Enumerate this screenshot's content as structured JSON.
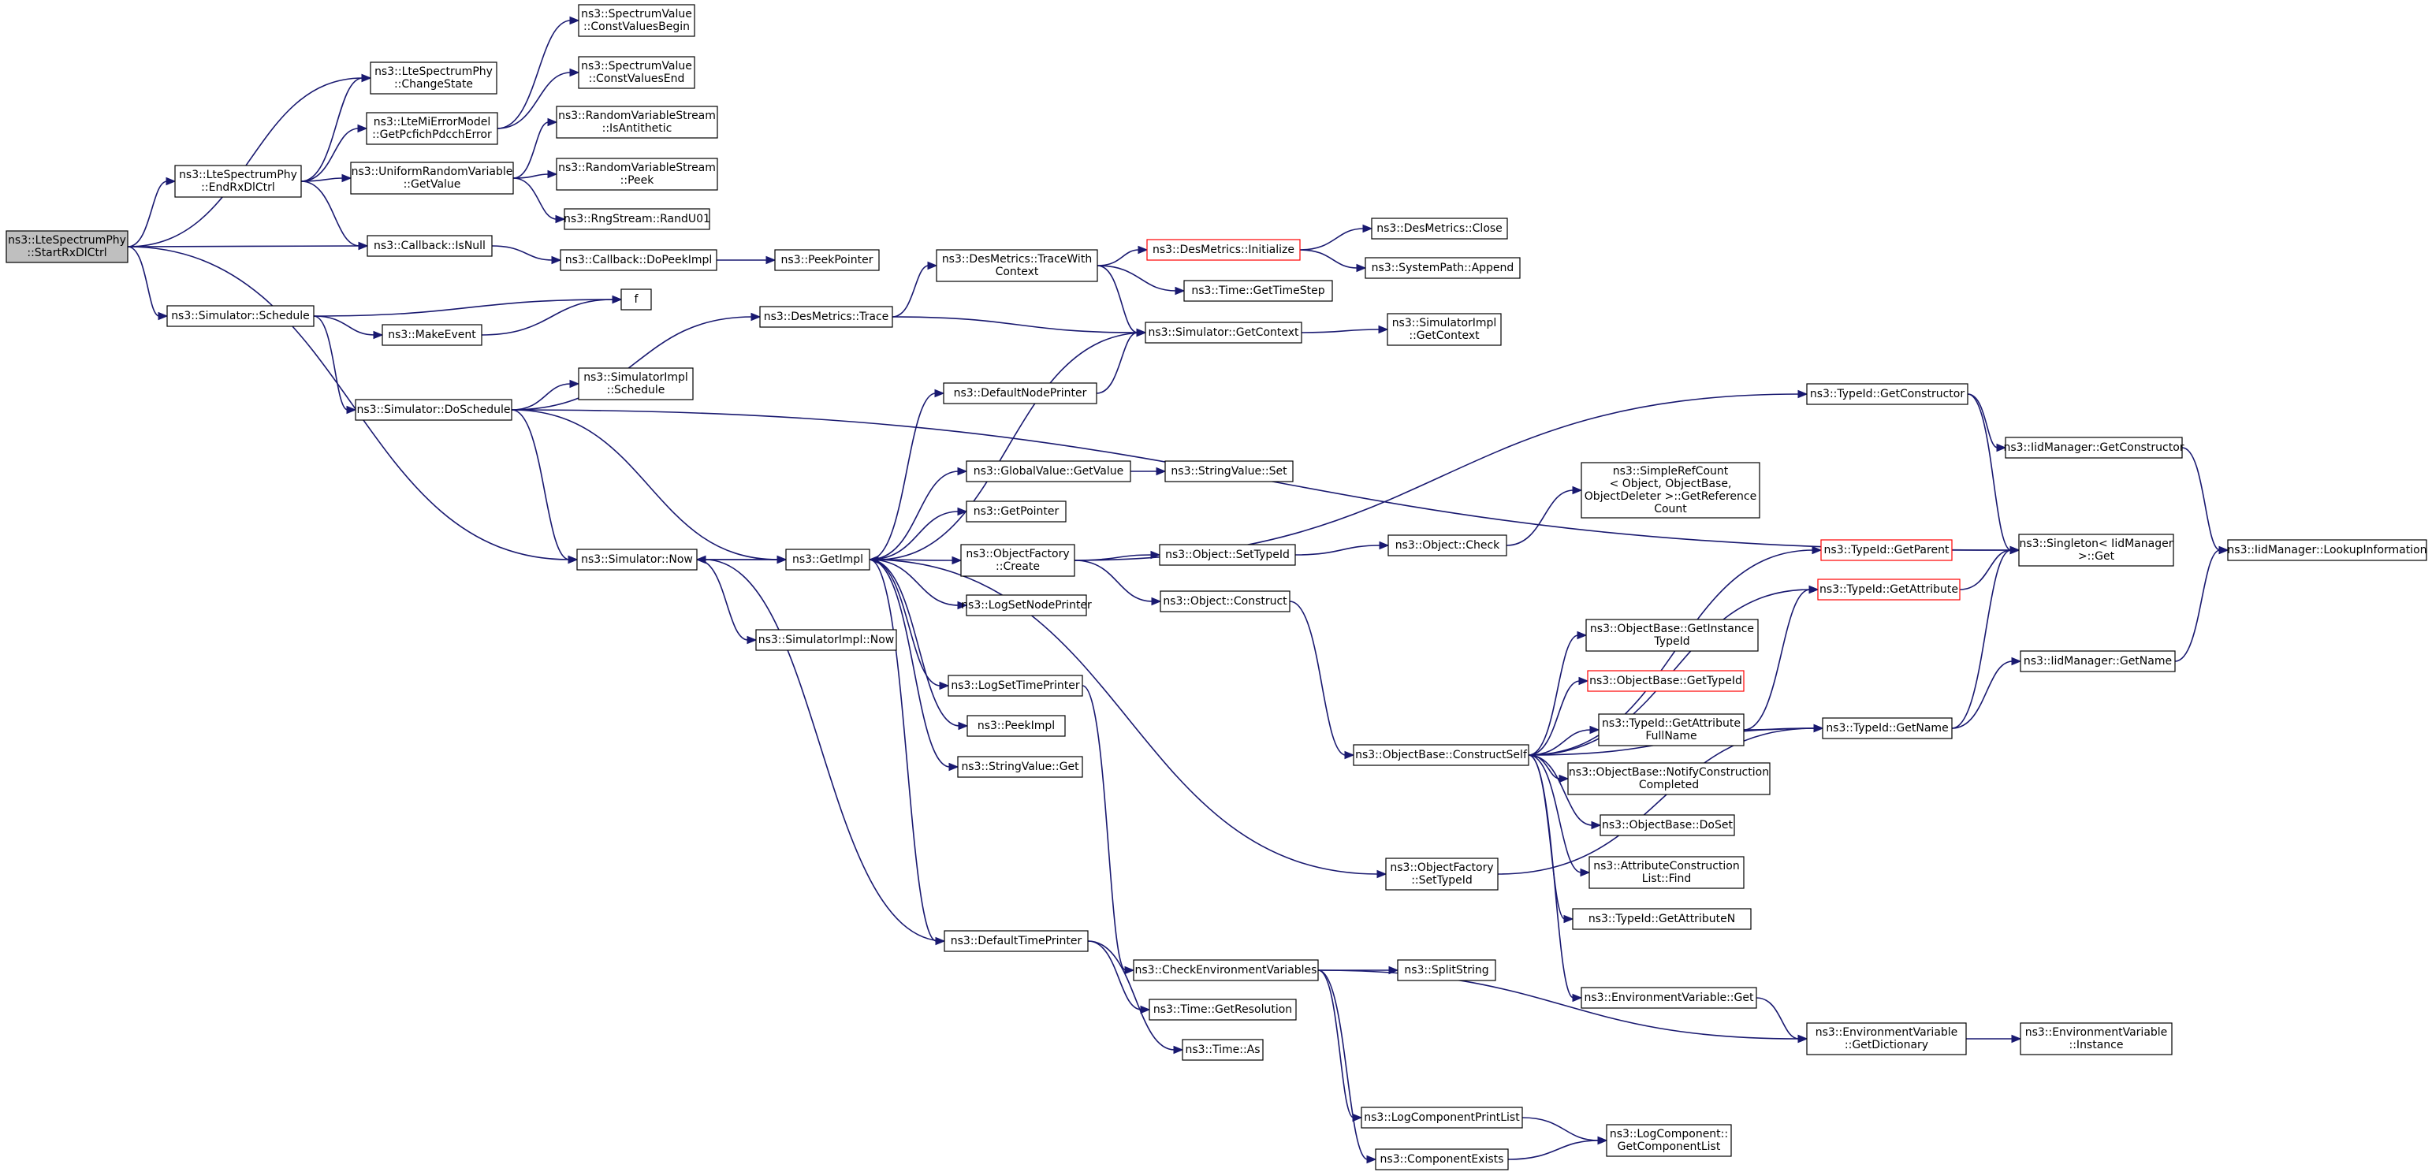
{
  "diagram": {
    "type": "call-graph",
    "nodes": [
      {
        "id": "root",
        "lines": [
          "ns3::LteSpectrumPhy",
          "::StartRxDlCtrl"
        ],
        "style": "root"
      },
      {
        "id": "changeState",
        "lines": [
          "ns3::LteSpectrumPhy",
          "::ChangeState"
        ]
      },
      {
        "id": "endRx",
        "lines": [
          "ns3::LteSpectrumPhy",
          "::EndRxDlCtrl"
        ]
      },
      {
        "id": "lteMi",
        "lines": [
          "ns3::LteMiErrorModel",
          "::GetPcfichPdcchError"
        ]
      },
      {
        "id": "uniformGet",
        "lines": [
          "ns3::UniformRandomVariable",
          "::GetValue"
        ]
      },
      {
        "id": "cvBegin",
        "lines": [
          "ns3::SpectrumValue",
          "::ConstValuesBegin"
        ]
      },
      {
        "id": "cvEnd",
        "lines": [
          "ns3::SpectrumValue",
          "::ConstValuesEnd"
        ]
      },
      {
        "id": "isAnti",
        "lines": [
          "ns3::RandomVariableStream",
          "::IsAntithetic"
        ]
      },
      {
        "id": "rvsPeek",
        "lines": [
          "ns3::RandomVariableStream",
          "::Peek"
        ]
      },
      {
        "id": "randU01",
        "lines": [
          "ns3::RngStream::RandU01"
        ]
      },
      {
        "id": "cbIsNull",
        "lines": [
          "ns3::Callback::IsNull"
        ]
      },
      {
        "id": "cbDoPeek",
        "lines": [
          "ns3::Callback::DoPeekImpl"
        ]
      },
      {
        "id": "peekPointer",
        "lines": [
          "ns3::PeekPointer"
        ]
      },
      {
        "id": "simSchedule",
        "lines": [
          "ns3::Simulator::Schedule"
        ]
      },
      {
        "id": "f",
        "lines": [
          "f"
        ]
      },
      {
        "id": "makeEvent",
        "lines": [
          "ns3::MakeEvent"
        ]
      },
      {
        "id": "doSchedule",
        "lines": [
          "ns3::Simulator::DoSchedule"
        ]
      },
      {
        "id": "simImplSchedule",
        "lines": [
          "ns3::SimulatorImpl",
          "::Schedule"
        ]
      },
      {
        "id": "desTrace",
        "lines": [
          "ns3::DesMetrics::Trace"
        ]
      },
      {
        "id": "desTraceWith",
        "lines": [
          "ns3::DesMetrics::TraceWith",
          "Context"
        ]
      },
      {
        "id": "desInit",
        "lines": [
          "ns3::DesMetrics::Initialize"
        ],
        "style": "red"
      },
      {
        "id": "desClose",
        "lines": [
          "ns3::DesMetrics::Close"
        ]
      },
      {
        "id": "sysAppend",
        "lines": [
          "ns3::SystemPath::Append"
        ]
      },
      {
        "id": "timeStep",
        "lines": [
          "ns3::Time::GetTimeStep"
        ]
      },
      {
        "id": "simGetContext",
        "lines": [
          "ns3::Simulator::GetContext"
        ]
      },
      {
        "id": "simImplGetContext",
        "lines": [
          "ns3::SimulatorImpl",
          "::GetContext"
        ]
      },
      {
        "id": "defNodePrinter",
        "lines": [
          "ns3::DefaultNodePrinter"
        ]
      },
      {
        "id": "globalGetValue",
        "lines": [
          "ns3::GlobalValue::GetValue"
        ]
      },
      {
        "id": "strSet",
        "lines": [
          "ns3::StringValue::Set"
        ]
      },
      {
        "id": "getPointer",
        "lines": [
          "ns3::GetPointer"
        ]
      },
      {
        "id": "objFactCreate",
        "lines": [
          "ns3::ObjectFactory",
          "::Create"
        ]
      },
      {
        "id": "objSetTypeId",
        "lines": [
          "ns3::Object::SetTypeId"
        ]
      },
      {
        "id": "objCheck",
        "lines": [
          "ns3::Object::Check"
        ]
      },
      {
        "id": "simpleRef",
        "lines": [
          "ns3::SimpleRefCount",
          "< Object, ObjectBase,",
          "ObjectDeleter >::GetReference",
          "Count"
        ]
      },
      {
        "id": "objConstruct",
        "lines": [
          "ns3::Object::Construct"
        ]
      },
      {
        "id": "logSetNode",
        "lines": [
          "ns3::LogSetNodePrinter"
        ]
      },
      {
        "id": "simNow",
        "lines": [
          "ns3::Simulator::Now"
        ]
      },
      {
        "id": "getImpl",
        "lines": [
          "ns3::GetImpl"
        ]
      },
      {
        "id": "simImplNow",
        "lines": [
          "ns3::SimulatorImpl::Now"
        ]
      },
      {
        "id": "logSetTime",
        "lines": [
          "ns3::LogSetTimePrinter"
        ]
      },
      {
        "id": "peekImpl",
        "lines": [
          "ns3::PeekImpl"
        ]
      },
      {
        "id": "strGet",
        "lines": [
          "ns3::StringValue::Get"
        ]
      },
      {
        "id": "defTimePrinter",
        "lines": [
          "ns3::DefaultTimePrinter"
        ]
      },
      {
        "id": "checkEnv",
        "lines": [
          "ns3::CheckEnvironmentVariables"
        ]
      },
      {
        "id": "splitString",
        "lines": [
          "ns3::SplitString"
        ]
      },
      {
        "id": "timeGetRes",
        "lines": [
          "ns3::Time::GetResolution"
        ]
      },
      {
        "id": "timeAs",
        "lines": [
          "ns3::Time::As"
        ]
      },
      {
        "id": "logCompPrint",
        "lines": [
          "ns3::LogComponentPrintList"
        ]
      },
      {
        "id": "compExists",
        "lines": [
          "ns3::ComponentExists"
        ]
      },
      {
        "id": "logCompList",
        "lines": [
          "ns3::LogComponent::",
          "GetComponentList"
        ]
      },
      {
        "id": "objFactSetType",
        "lines": [
          "ns3::ObjectFactory",
          "::SetTypeId"
        ]
      },
      {
        "id": "constructSelf",
        "lines": [
          "ns3::ObjectBase::ConstructSelf"
        ]
      },
      {
        "id": "getInstanceTypeId",
        "lines": [
          "ns3::ObjectBase::GetInstance",
          "TypeId"
        ]
      },
      {
        "id": "obGetTypeId",
        "lines": [
          "ns3::ObjectBase::GetTypeId"
        ],
        "style": "red"
      },
      {
        "id": "getAttrFullName",
        "lines": [
          "ns3::TypeId::GetAttribute",
          "FullName"
        ]
      },
      {
        "id": "notifyConstr",
        "lines": [
          "ns3::ObjectBase::NotifyConstruction",
          "Completed"
        ]
      },
      {
        "id": "doSet",
        "lines": [
          "ns3::ObjectBase::DoSet"
        ]
      },
      {
        "id": "attrConstrFind",
        "lines": [
          "ns3::AttributeConstruction",
          "List::Find"
        ]
      },
      {
        "id": "getAttrN",
        "lines": [
          "ns3::TypeId::GetAttributeN"
        ]
      },
      {
        "id": "envGet",
        "lines": [
          "ns3::EnvironmentVariable::Get"
        ]
      },
      {
        "id": "envGetDict",
        "lines": [
          "ns3::EnvironmentVariable",
          "::GetDictionary"
        ]
      },
      {
        "id": "envInstance",
        "lines": [
          "ns3::EnvironmentVariable",
          "::Instance"
        ]
      },
      {
        "id": "typeGetConstructor",
        "lines": [
          "ns3::TypeId::GetConstructor"
        ]
      },
      {
        "id": "iidGetConstructor",
        "lines": [
          "ns3::IidManager::GetConstructor"
        ]
      },
      {
        "id": "typeGetParent",
        "lines": [
          "ns3::TypeId::GetParent"
        ],
        "style": "red"
      },
      {
        "id": "typeGetAttribute",
        "lines": [
          "ns3::TypeId::GetAttribute"
        ],
        "style": "red"
      },
      {
        "id": "singletonGet",
        "lines": [
          "ns3::Singleton< IidManager",
          ">::Get"
        ]
      },
      {
        "id": "iidGetName",
        "lines": [
          "ns3::IidManager::GetName"
        ]
      },
      {
        "id": "typeGetName",
        "lines": [
          "ns3::TypeId::GetName"
        ]
      },
      {
        "id": "iidLookup",
        "lines": [
          "ns3::IidManager::LookupInformation"
        ]
      }
    ],
    "edges": [
      [
        "root",
        "changeState"
      ],
      [
        "root",
        "endRx"
      ],
      [
        "root",
        "cbIsNull"
      ],
      [
        "root",
        "simSchedule"
      ],
      [
        "root",
        "simNow"
      ],
      [
        "endRx",
        "changeState"
      ],
      [
        "endRx",
        "lteMi"
      ],
      [
        "endRx",
        "uniformGet"
      ],
      [
        "endRx",
        "cbIsNull"
      ],
      [
        "lteMi",
        "cvBegin"
      ],
      [
        "lteMi",
        "cvEnd"
      ],
      [
        "uniformGet",
        "isAnti"
      ],
      [
        "uniformGet",
        "rvsPeek"
      ],
      [
        "uniformGet",
        "randU01"
      ],
      [
        "cbIsNull",
        "cbDoPeek"
      ],
      [
        "cbDoPeek",
        "peekPointer"
      ],
      [
        "simSchedule",
        "f"
      ],
      [
        "simSchedule",
        "makeEvent"
      ],
      [
        "simSchedule",
        "doSchedule"
      ],
      [
        "makeEvent",
        "f"
      ],
      [
        "doSchedule",
        "desTrace"
      ],
      [
        "doSchedule",
        "simImplSchedule"
      ],
      [
        "doSchedule",
        "singletonGet"
      ],
      [
        "doSchedule",
        "simNow"
      ],
      [
        "doSchedule",
        "getImpl"
      ],
      [
        "desTrace",
        "desTraceWith"
      ],
      [
        "desTrace",
        "simGetContext"
      ],
      [
        "desTraceWith",
        "desInit"
      ],
      [
        "desTraceWith",
        "timeStep"
      ],
      [
        "desTraceWith",
        "simGetContext"
      ],
      [
        "desInit",
        "desClose"
      ],
      [
        "desInit",
        "sysAppend"
      ],
      [
        "simGetContext",
        "simImplGetContext"
      ],
      [
        "simGetContext",
        "getImpl"
      ],
      [
        "defNodePrinter",
        "simGetContext"
      ],
      [
        "simNow",
        "getImpl"
      ],
      [
        "simNow",
        "simImplNow"
      ],
      [
        "getImpl",
        "defNodePrinter"
      ],
      [
        "getImpl",
        "globalGetValue"
      ],
      [
        "getImpl",
        "getPointer"
      ],
      [
        "getImpl",
        "objFactCreate"
      ],
      [
        "getImpl",
        "logSetNode"
      ],
      [
        "getImpl",
        "logSetTime"
      ],
      [
        "getImpl",
        "peekImpl"
      ],
      [
        "getImpl",
        "strGet"
      ],
      [
        "getImpl",
        "defTimePrinter"
      ],
      [
        "getImpl",
        "objFactSetType"
      ],
      [
        "getImpl",
        "simNow"
      ],
      [
        "globalGetValue",
        "strSet"
      ],
      [
        "objFactCreate",
        "objSetTypeId"
      ],
      [
        "objFactCreate",
        "objConstruct"
      ],
      [
        "objFactCreate",
        "typeGetConstructor"
      ],
      [
        "objSetTypeId",
        "objCheck"
      ],
      [
        "objCheck",
        "simpleRef"
      ],
      [
        "objConstruct",
        "constructSelf"
      ],
      [
        "logSetTime",
        "checkEnv"
      ],
      [
        "defTimePrinter",
        "timeGetRes"
      ],
      [
        "defTimePrinter",
        "timeAs"
      ],
      [
        "defTimePrinter",
        "simNow"
      ],
      [
        "checkEnv",
        "splitString"
      ],
      [
        "checkEnv",
        "logCompPrint"
      ],
      [
        "checkEnv",
        "compExists"
      ],
      [
        "checkEnv",
        "envGetDict"
      ],
      [
        "logCompPrint",
        "logCompList"
      ],
      [
        "compExists",
        "logCompList"
      ],
      [
        "objFactSetType",
        "typeGetName"
      ],
      [
        "constructSelf",
        "typeGetParent"
      ],
      [
        "constructSelf",
        "typeGetAttribute"
      ],
      [
        "constructSelf",
        "getInstanceTypeId"
      ],
      [
        "constructSelf",
        "obGetTypeId"
      ],
      [
        "constructSelf",
        "getAttrFullName"
      ],
      [
        "constructSelf",
        "notifyConstr"
      ],
      [
        "constructSelf",
        "doSet"
      ],
      [
        "constructSelf",
        "attrConstrFind"
      ],
      [
        "constructSelf",
        "getAttrN"
      ],
      [
        "constructSelf",
        "envGet"
      ],
      [
        "constructSelf",
        "typeGetName"
      ],
      [
        "getAttrFullName",
        "typeGetAttribute"
      ],
      [
        "getAttrFullName",
        "typeGetName"
      ],
      [
        "envGet",
        "envGetDict"
      ],
      [
        "envGetDict",
        "envInstance"
      ],
      [
        "typeGetConstructor",
        "iidGetConstructor"
      ],
      [
        "typeGetConstructor",
        "singletonGet"
      ],
      [
        "iidGetConstructor",
        "iidLookup"
      ],
      [
        "typeGetParent",
        "singletonGet"
      ],
      [
        "typeGetAttribute",
        "singletonGet"
      ],
      [
        "typeGetName",
        "singletonGet"
      ],
      [
        "typeGetName",
        "iidGetName"
      ],
      [
        "iidGetName",
        "iidLookup"
      ]
    ]
  }
}
